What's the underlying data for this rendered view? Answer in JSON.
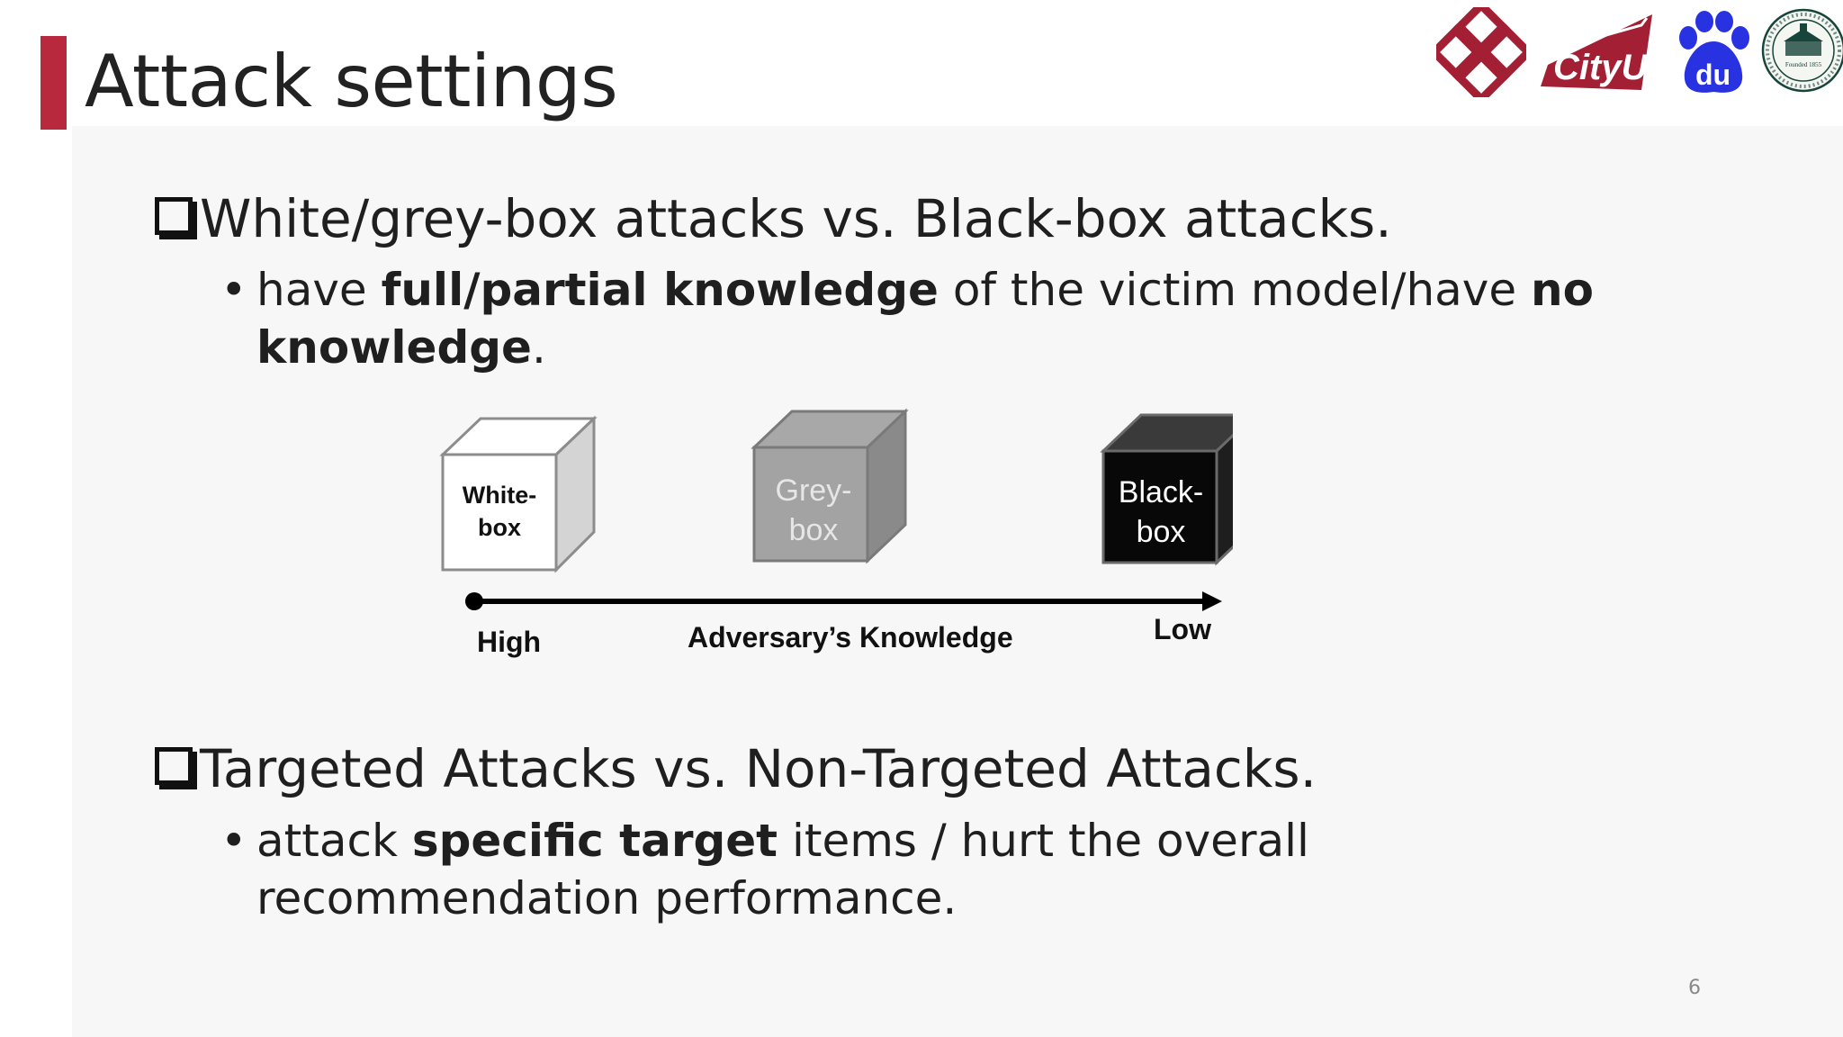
{
  "slide": {
    "title": "Attack settings",
    "page_number": "6",
    "accent_color": "#b8293d"
  },
  "logos": [
    {
      "name": "polyu-logo",
      "color": "#a31f34"
    },
    {
      "name": "cityu-logo",
      "text": "CityU",
      "color": "#a31f34"
    },
    {
      "name": "baidu-logo",
      "text": "du",
      "color": "#2932e1"
    },
    {
      "name": "msu-logo",
      "text": "Founded 1855",
      "color": "#18453b"
    }
  ],
  "section1": {
    "heading": "White/grey-box attacks vs. Black-box attacks.",
    "bullet_parts": [
      "have ",
      "full/partial knowledge",
      " of the victim model/have ",
      "no knowledge",
      "."
    ]
  },
  "diagram": {
    "cubes": [
      {
        "label": "White-box",
        "line1": "White-",
        "line2": "box"
      },
      {
        "label": "Grey-box",
        "line1": "Grey-",
        "line2": "box"
      },
      {
        "label": "Black-box",
        "line1": "Black-",
        "line2": "box"
      }
    ],
    "axis": {
      "start_label": "High",
      "title": "Adversary’s Knowledge",
      "end_label": "Low"
    }
  },
  "section2": {
    "heading": "Targeted Attacks vs. Non-Targeted Attacks.",
    "bullet_parts": [
      "attack ",
      "specific target",
      " items / hurt the overall recommendation performance."
    ]
  }
}
